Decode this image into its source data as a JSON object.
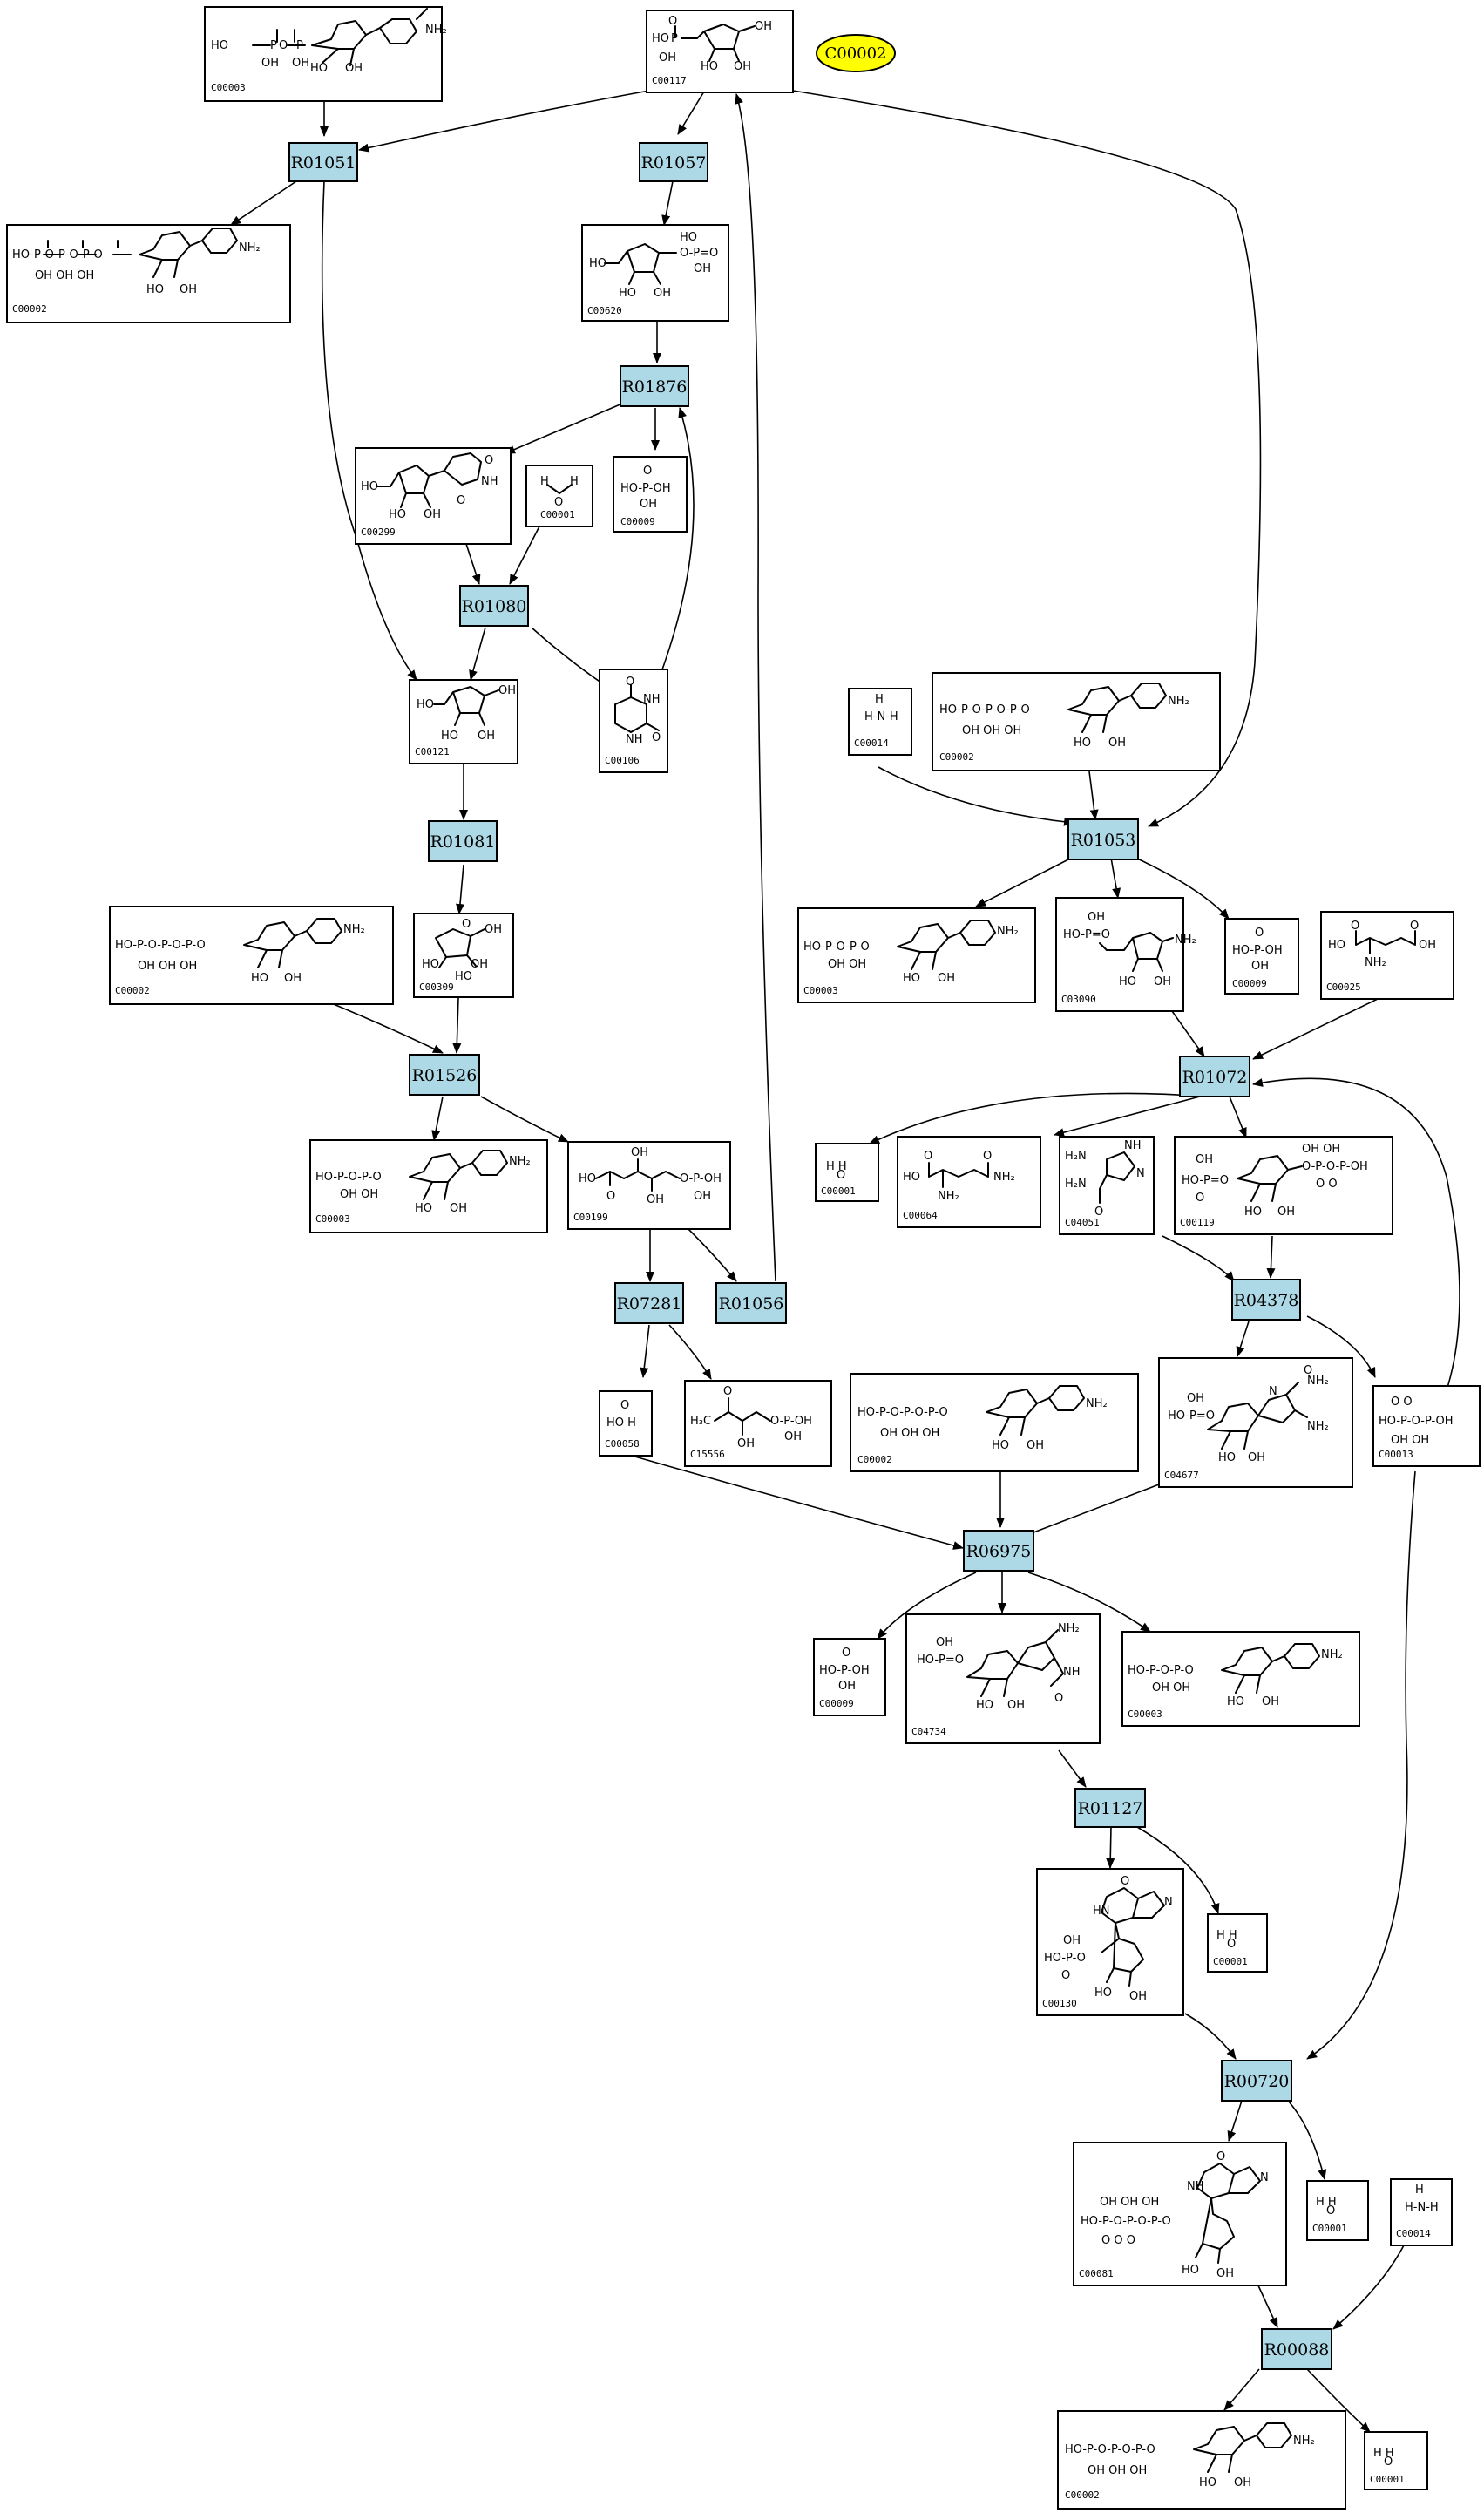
{
  "highlight": {
    "label": "C00002"
  },
  "reactions": [
    {
      "id": "R01051"
    },
    {
      "id": "R01057"
    },
    {
      "id": "R01876"
    },
    {
      "id": "R01080"
    },
    {
      "id": "R01081"
    },
    {
      "id": "R01526"
    },
    {
      "id": "R07281"
    },
    {
      "id": "R01056"
    },
    {
      "id": "R01053"
    },
    {
      "id": "R01072"
    },
    {
      "id": "R04378"
    },
    {
      "id": "R06975"
    },
    {
      "id": "R01127"
    },
    {
      "id": "R00720"
    },
    {
      "id": "R00088"
    }
  ],
  "compounds": [
    {
      "id": "C00003",
      "structure": "ribose-phosphate-adenine"
    },
    {
      "id": "C00117",
      "structure": "ribose-5-phosphate"
    },
    {
      "id": "C00002",
      "structure": "ATP"
    },
    {
      "id": "C00620",
      "structure": "ribose-1-phosphate"
    },
    {
      "id": "C00299",
      "structure": "uridine"
    },
    {
      "id": "C00001",
      "structure": "water"
    },
    {
      "id": "C00009",
      "structure": "phosphate"
    },
    {
      "id": "C00121",
      "structure": "ribose"
    },
    {
      "id": "C00106",
      "structure": "uracil"
    },
    {
      "id": "C00309",
      "structure": "ribulose"
    },
    {
      "id": "C00002",
      "structure": "ATP"
    },
    {
      "id": "C00003",
      "structure": "NAD"
    },
    {
      "id": "C00199",
      "structure": "ribulose-5-phosphate"
    },
    {
      "id": "C00058",
      "structure": "formate"
    },
    {
      "id": "C15556",
      "structure": "phospho-hydroxybutanone"
    },
    {
      "id": "C00014",
      "structure": "ammonia"
    },
    {
      "id": "C00002",
      "structure": "ATP"
    },
    {
      "id": "C00003",
      "structure": "NAD"
    },
    {
      "id": "C03090",
      "structure": "5-phosphoribosylamine"
    },
    {
      "id": "C00009",
      "structure": "phosphate"
    },
    {
      "id": "C00025",
      "structure": "glutamate"
    },
    {
      "id": "C00001",
      "structure": "water"
    },
    {
      "id": "C00064",
      "structure": "glutamine"
    },
    {
      "id": "C04051",
      "structure": "aminoimidazole-carboxamide"
    },
    {
      "id": "C00119",
      "structure": "PRPP"
    },
    {
      "id": "C04677",
      "structure": "AICAR"
    },
    {
      "id": "C00013",
      "structure": "diphosphate"
    },
    {
      "id": "C00002",
      "structure": "ATP"
    },
    {
      "id": "C00009",
      "structure": "phosphate"
    },
    {
      "id": "C04734",
      "structure": "FAICAR"
    },
    {
      "id": "C00003",
      "structure": "NAD"
    },
    {
      "id": "C00001",
      "structure": "water"
    },
    {
      "id": "C00130",
      "structure": "IMP"
    },
    {
      "id": "C00001",
      "structure": "water"
    },
    {
      "id": "C00081",
      "structure": "ITP"
    },
    {
      "id": "C00014",
      "structure": "ammonia"
    },
    {
      "id": "C00002",
      "structure": "ATP"
    },
    {
      "id": "C00001",
      "structure": "water"
    }
  ]
}
